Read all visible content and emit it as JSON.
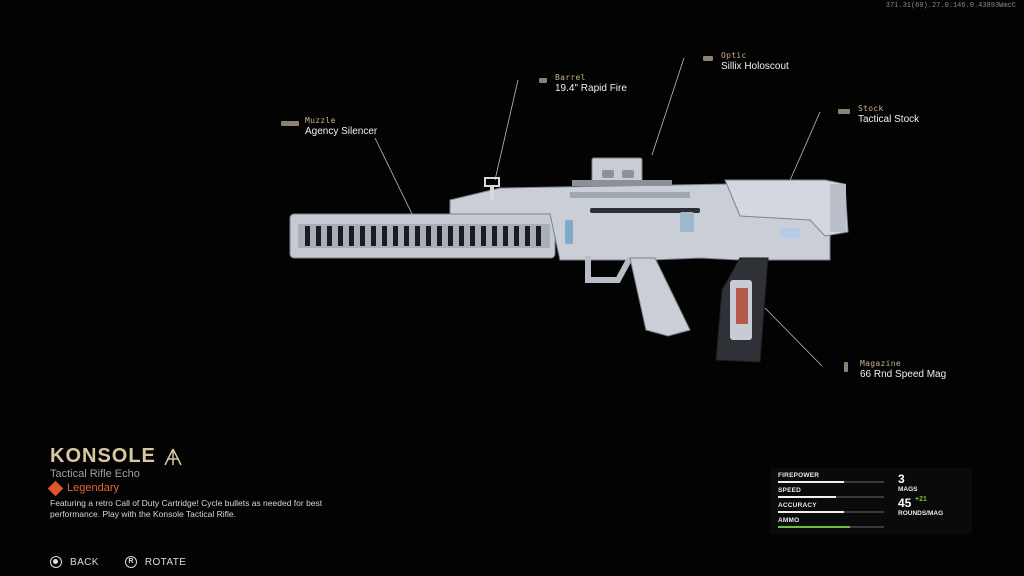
{
  "version_text": "371.31(60).27.0.146.0.43893WmcC",
  "attachments": [
    {
      "slot": "Muzzle",
      "name": "Agency Silencer"
    },
    {
      "slot": "Barrel",
      "name": "19.4\" Rapid Fire"
    },
    {
      "slot": "Optic",
      "name": "Sillix Holoscout"
    },
    {
      "slot": "Stock",
      "name": "Tactical Stock"
    },
    {
      "slot": "Magazine",
      "name": "66 Rnd Speed Mag"
    }
  ],
  "weapon": {
    "title": "KONSOLE",
    "subtitle": "Tactical Rifle Echo",
    "rarity": "Legendary",
    "description": "Featuring a retro Call of Duty Cartridge! Cycle bullets as needed for best performance. Play with the Konsole Tactical Rifle."
  },
  "nav": {
    "back_label": "BACK",
    "rotate_label": "ROTATE",
    "rotate_key": "R"
  },
  "stats": {
    "firepower_label": "FIREPOWER",
    "speed_label": "SPEED",
    "accuracy_label": "ACCURACY",
    "ammo_label": "AMMO",
    "firepower": 0.62,
    "speed": 0.55,
    "accuracy": 0.62,
    "ammo": 0.68,
    "mags": "3",
    "mags_label": "MAGS",
    "rounds": "45",
    "rounds_bonus": "+21",
    "rounds_label": "ROUNDS/MAG"
  },
  "colors": {
    "accent_gold": "#d8c7a0",
    "rarity_orange": "#e06a35",
    "stat_green": "#6fbf3a"
  }
}
